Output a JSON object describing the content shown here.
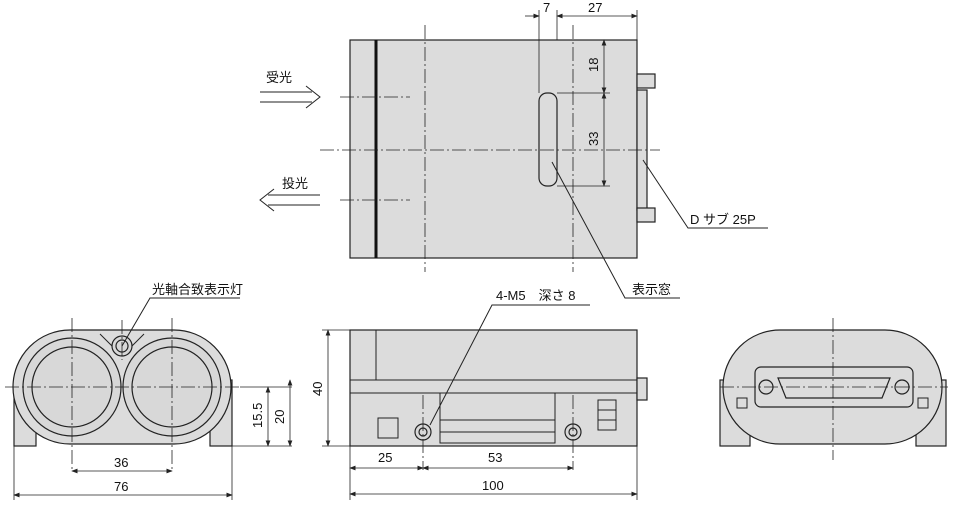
{
  "top_view": {
    "label_receive": "受光",
    "label_emit": "投光",
    "connector_label": "D サブ 25P",
    "window_label": "表示窓",
    "dims": {
      "d7": "7",
      "d27": "27",
      "d18": "18",
      "d33": "33"
    }
  },
  "front_view": {
    "indicator_label": "光軸合致表示灯",
    "dims": {
      "d36": "36",
      "d76": "76",
      "d15_5": "15.5",
      "d20": "20"
    }
  },
  "side_view": {
    "hole_label": "4-M5　深さ 8",
    "dims": {
      "d40": "40",
      "d25": "25",
      "d53": "53",
      "d100": "100"
    }
  }
}
